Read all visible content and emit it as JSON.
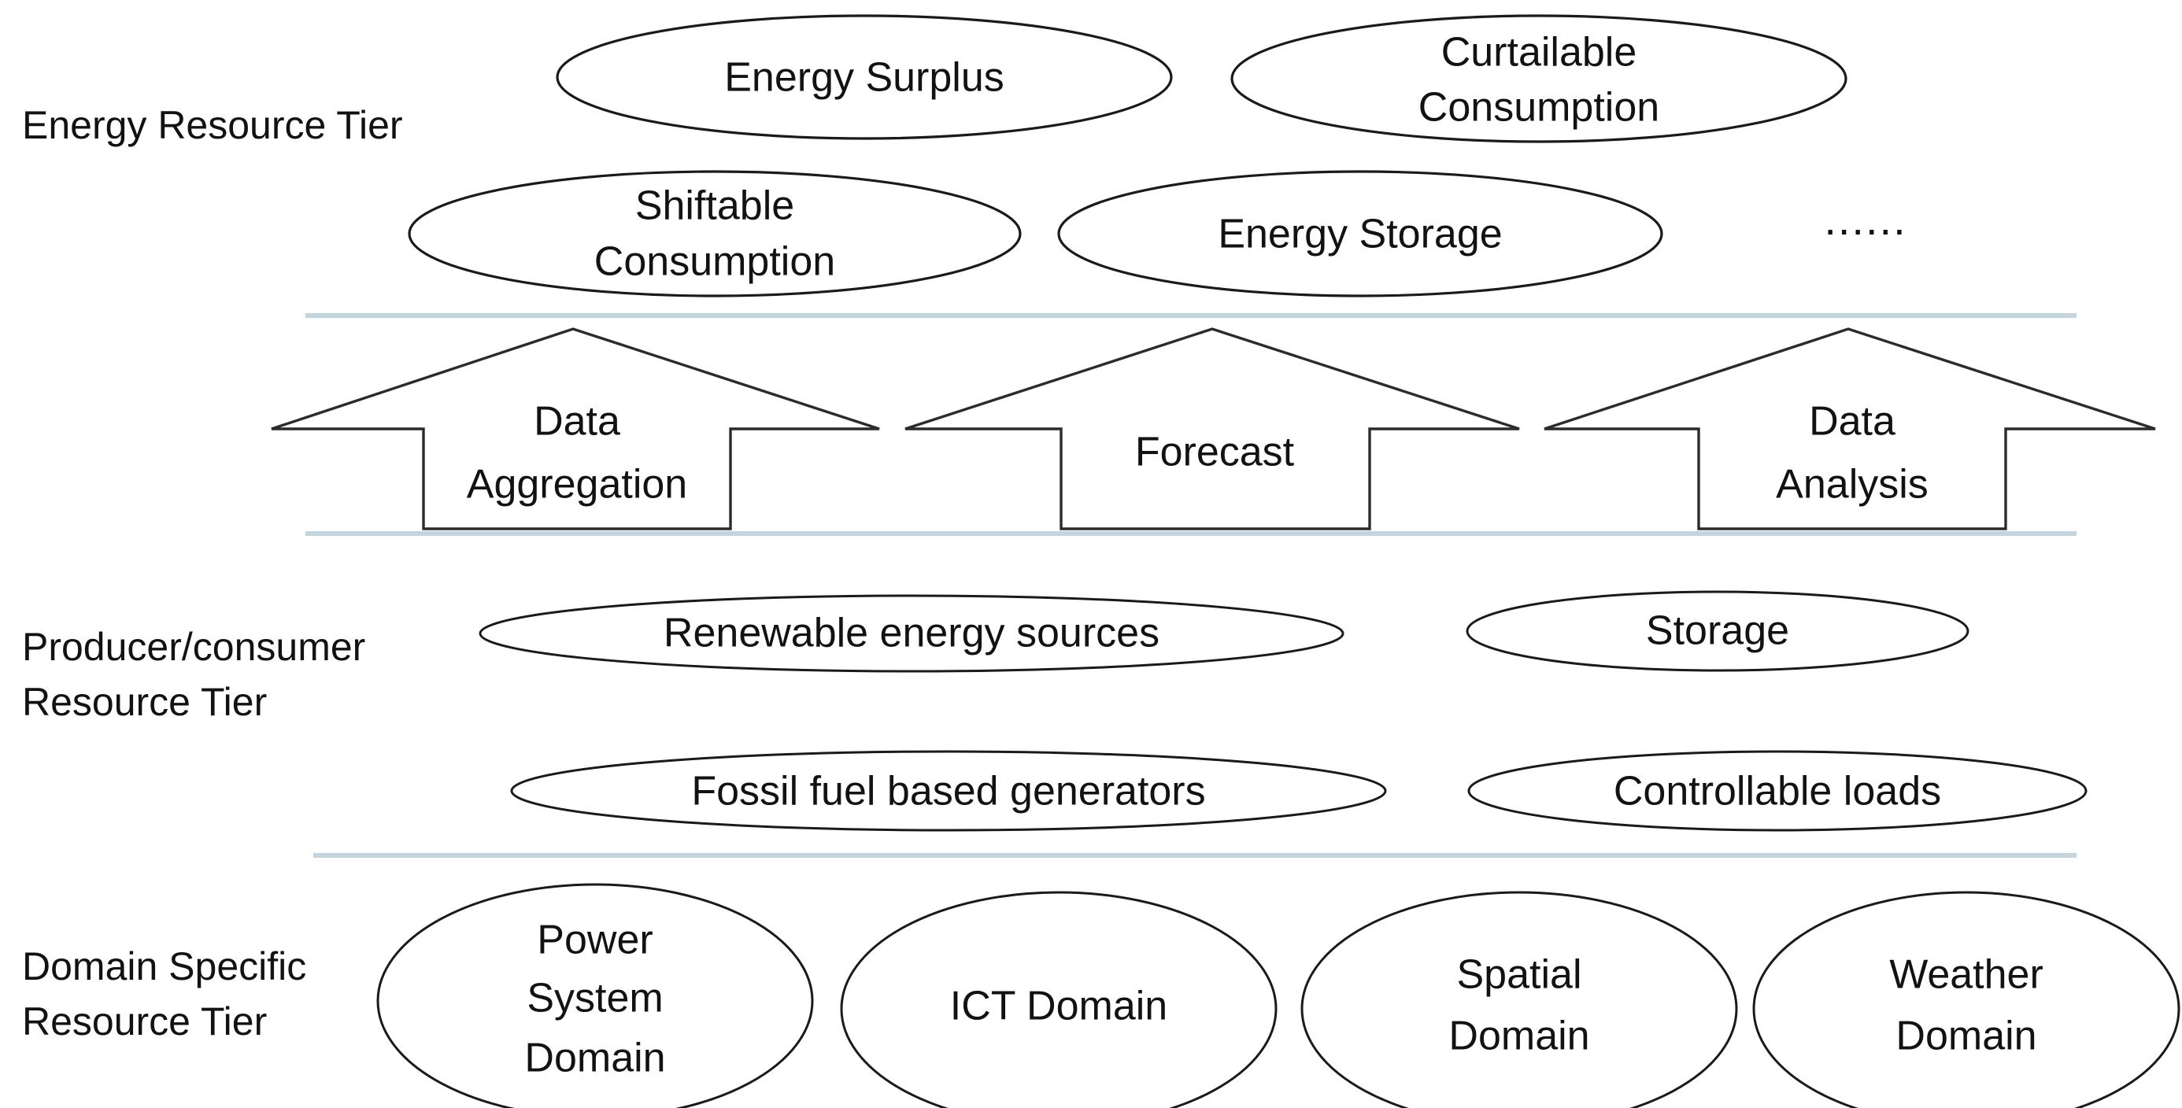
{
  "diagram": {
    "title": "Tiered energy resource architecture",
    "background_color": "#ffffff",
    "outline_color": "#1a1a1a",
    "divider_color": "#c2d4dd",
    "text_color": "#121212"
  },
  "tiers": [
    {
      "id": "energy-resource-tier",
      "label": "Energy Resource Tier",
      "nodes": [
        {
          "id": "energy-surplus",
          "shape": "ellipse",
          "lines": [
            "Energy Surplus"
          ]
        },
        {
          "id": "curtailable-consumption",
          "shape": "ellipse",
          "lines": [
            "Curtailable",
            "Consumption"
          ]
        },
        {
          "id": "shiftable-consumption",
          "shape": "ellipse",
          "lines": [
            "Shiftable",
            "Consumption"
          ]
        },
        {
          "id": "energy-storage",
          "shape": "ellipse",
          "lines": [
            "Energy Storage"
          ]
        },
        {
          "id": "more-resources",
          "shape": "text",
          "lines": [
            "......"
          ]
        }
      ]
    },
    {
      "id": "middle-process-band",
      "label": "",
      "nodes": [
        {
          "id": "data-aggregation",
          "shape": "up-arrow",
          "lines": [
            "Data",
            "Aggregation"
          ]
        },
        {
          "id": "forecast",
          "shape": "up-arrow",
          "lines": [
            "Forecast"
          ]
        },
        {
          "id": "data-analysis",
          "shape": "up-arrow",
          "lines": [
            "Data",
            "Analysis"
          ]
        }
      ]
    },
    {
      "id": "producer-consumer-resource-tier",
      "label": "Producer/consumer Resource Tier",
      "label_lines": [
        "Producer/consumer",
        "Resource Tier"
      ],
      "nodes": [
        {
          "id": "renewable-energy-sources",
          "shape": "ellipse",
          "lines": [
            "Renewable energy sources"
          ]
        },
        {
          "id": "storage",
          "shape": "ellipse",
          "lines": [
            "Storage"
          ]
        },
        {
          "id": "fossil-fuel-based-generators",
          "shape": "ellipse",
          "lines": [
            "Fossil fuel based generators"
          ]
        },
        {
          "id": "controllable-loads",
          "shape": "ellipse",
          "lines": [
            "Controllable loads"
          ]
        }
      ]
    },
    {
      "id": "domain-specific-resource-tier",
      "label": "Domain Specific Resource Tier",
      "label_lines": [
        "Domain Specific",
        "Resource Tier"
      ],
      "nodes": [
        {
          "id": "power-system-domain",
          "shape": "ellipse",
          "lines": [
            "Power",
            "System",
            "Domain"
          ]
        },
        {
          "id": "ict-domain",
          "shape": "ellipse",
          "lines": [
            "ICT Domain"
          ]
        },
        {
          "id": "spatial-domain",
          "shape": "ellipse",
          "lines": [
            "Spatial",
            "Domain"
          ]
        },
        {
          "id": "weather-domain",
          "shape": "ellipse",
          "lines": [
            "Weather",
            "Domain"
          ]
        }
      ]
    }
  ],
  "labels": {
    "tier1_label": "Energy Resource Tier",
    "tier2_label_line1": "Producer/consumer",
    "tier2_label_line2": "Resource Tier",
    "tier3_label_line1": "Domain Specific",
    "tier3_label_line2": "Resource Tier",
    "energy_surplus": "Energy Surplus",
    "curtailable_line1": "Curtailable",
    "curtailable_line2": "Consumption",
    "shiftable_line1": "Shiftable",
    "shiftable_line2": "Consumption",
    "energy_storage": "Energy Storage",
    "ellipsis": "......",
    "data_aggregation_line1": "Data",
    "data_aggregation_line2": "Aggregation",
    "forecast": "Forecast",
    "data_analysis_line1": "Data",
    "data_analysis_line2": "Analysis",
    "renewable_energy_sources": "Renewable energy sources",
    "storage": "Storage",
    "fossil_fuel_based_generators": "Fossil fuel based generators",
    "controllable_loads": "Controllable loads",
    "power_line1": "Power",
    "power_line2": "System",
    "power_line3": "Domain",
    "ict_domain": "ICT Domain",
    "spatial_line1": "Spatial",
    "spatial_line2": "Domain",
    "weather_line1": "Weather",
    "weather_line2": "Domain"
  }
}
